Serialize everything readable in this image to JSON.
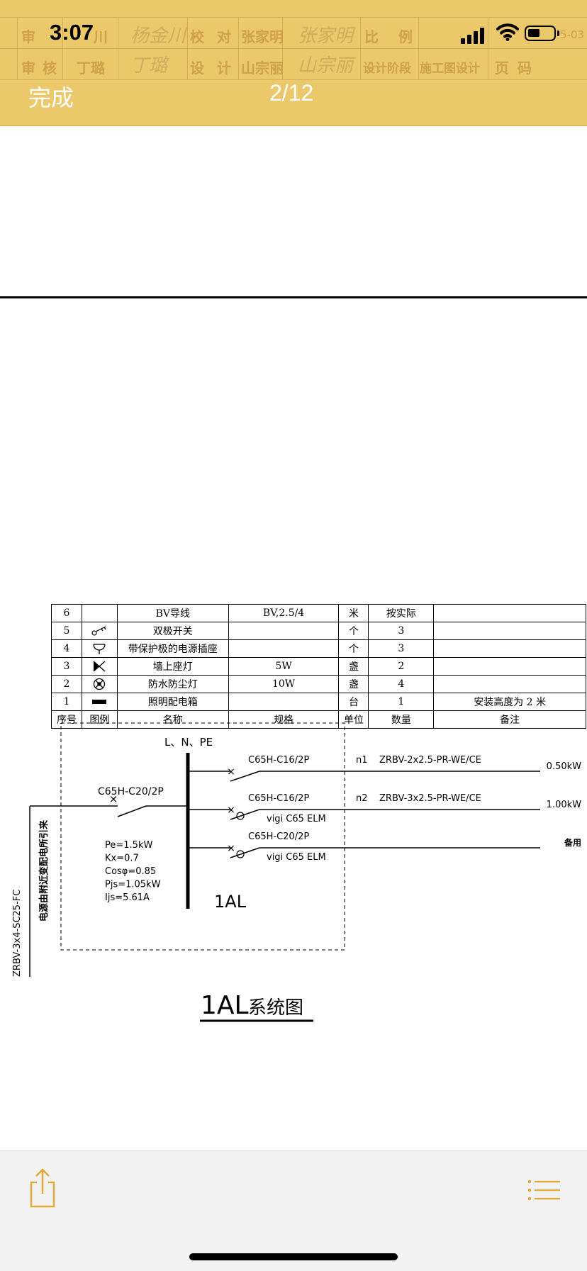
{
  "status_bar": {
    "time": "3:07"
  },
  "title_block": {
    "row1": [
      "审",
      "核",
      "川",
      "校",
      "对",
      "张家明",
      "比",
      "例"
    ],
    "row2": [
      "审",
      "核",
      "丁璐",
      "设",
      "计",
      "山宗丽",
      "设计阶段",
      "施工图设计",
      "页",
      "码"
    ],
    "partial_code": "5-03"
  },
  "nav": {
    "done_label": "完成",
    "page_indicator": "2/12"
  },
  "legend_table": {
    "rows": [
      {
        "no": "6",
        "symbol": "none",
        "name": "BV导线",
        "spec": "BV,2.5/4",
        "unit": "米",
        "qty": "按实际",
        "note": ""
      },
      {
        "no": "5",
        "symbol": "double-switch-icon",
        "name": "双极开关",
        "spec": "",
        "unit": "个",
        "qty": "3",
        "note": ""
      },
      {
        "no": "4",
        "symbol": "socket-icon",
        "name": "带保护极的电源插座",
        "spec": "",
        "unit": "个",
        "qty": "3",
        "note": ""
      },
      {
        "no": "3",
        "symbol": "wall-lamp-icon",
        "name": "墙上座灯",
        "spec": "5W",
        "unit": "盏",
        "qty": "2",
        "note": ""
      },
      {
        "no": "2",
        "symbol": "dustproof-lamp-icon",
        "name": "防水防尘灯",
        "spec": "10W",
        "unit": "盏",
        "qty": "4",
        "note": ""
      },
      {
        "no": "1",
        "symbol": "distribution-box-icon",
        "name": "照明配电箱",
        "spec": "",
        "unit": "台",
        "qty": "1",
        "note": "安装高度为 2 米"
      }
    ],
    "header": {
      "no": "序号",
      "symbol": "图例",
      "name": "名称",
      "spec": "规格",
      "unit": "单位",
      "qty": "数量",
      "note": "备注"
    }
  },
  "system_diagram": {
    "bus_label": "L、N、PE",
    "main_breaker": "C65H-C20/2P",
    "incoming_cable": "ZRBV-3x4-SC25-FC",
    "incoming_note": "电源由附近变配电所引来",
    "params": [
      "Pe=1.5kW",
      "Kx=0.7",
      "Cosφ=0.85",
      "Pjs=1.05kW",
      "Ijs=5.61A"
    ],
    "box_label": "1AL",
    "circuits": [
      {
        "breaker": "C65H-C16/2P",
        "rcd": "",
        "id": "n1",
        "cable": "ZRBV-2x2.5-PR-WE/CE",
        "load": "0.50kW"
      },
      {
        "breaker": "C65H-C16/2P",
        "rcd": "vigi C65 ELM",
        "id": "n2",
        "cable": "ZRBV-3x2.5-PR-WE/CE",
        "load": "1.00kW"
      },
      {
        "breaker": "C65H-C20/2P",
        "rcd": "vigi C65 ELM",
        "id": "",
        "cable": "",
        "load": "备用"
      }
    ],
    "title_main": "1AL",
    "title_suffix": "系统图"
  }
}
